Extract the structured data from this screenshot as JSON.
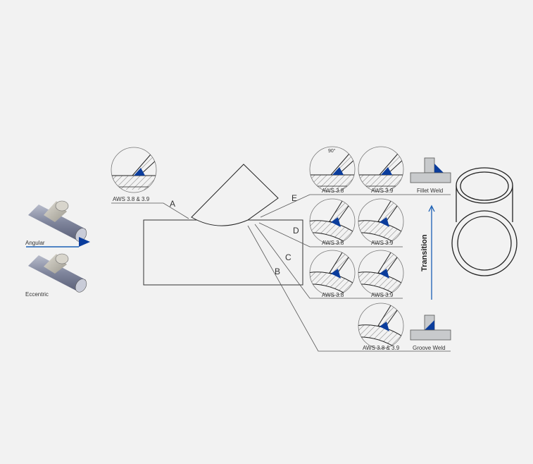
{
  "joint_types": [
    {
      "label": "Angular"
    },
    {
      "label": "Eccentric"
    }
  ],
  "zones": {
    "a": "A",
    "b": "B",
    "c": "C",
    "d": "D",
    "e": "E"
  },
  "details": {
    "zone_a": "AWS 3.8 & 3.9",
    "e_left": "AWS 3.8",
    "e_right": "AWS 3.9",
    "d_left": "AWS 3.8",
    "d_right": "AWS 3.9",
    "c_left": "AWS 3.8",
    "c_right": "AWS 3.9",
    "b": "AWS 3.8 & 3.9",
    "angle_label": "90°"
  },
  "weld_types": {
    "fillet": "Fillet Weld",
    "groove": "Groove Weld"
  },
  "transition_label": "Transition",
  "colors": {
    "weld": "#0a3c9c",
    "accent": "#1a5fb4",
    "pipe": "#8d93a8"
  }
}
